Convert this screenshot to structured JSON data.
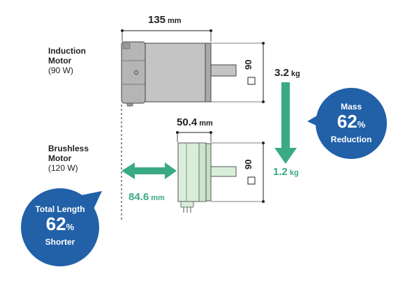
{
  "induction": {
    "label_line1": "Induction",
    "label_line2": "Motor",
    "power": "(90 W)"
  },
  "brushless": {
    "label_line1": "Brushless",
    "label_line2": "Motor",
    "power": "(120 W)"
  },
  "dims": {
    "induction_length": "135",
    "induction_length_unit": "mm",
    "brushless_length": "50.4",
    "brushless_length_unit": "mm",
    "frame_size": "90",
    "length_diff": "84.6",
    "length_diff_unit": "mm"
  },
  "mass": {
    "induction": "3.2",
    "induction_unit": "kg",
    "brushless": "1.2",
    "brushless_unit": "kg"
  },
  "bubble_mass": {
    "line1": "Mass",
    "value": "62",
    "pct": "%",
    "line3": "Reduction"
  },
  "bubble_length": {
    "line1": "Total Length",
    "value": "62",
    "pct": "%",
    "line3": "Shorter"
  },
  "colors": {
    "bubble": "#2260a8",
    "green_accent": "#3aa985",
    "induction_body": "#bfbfbf",
    "brushless_body": "#d9eed9"
  }
}
